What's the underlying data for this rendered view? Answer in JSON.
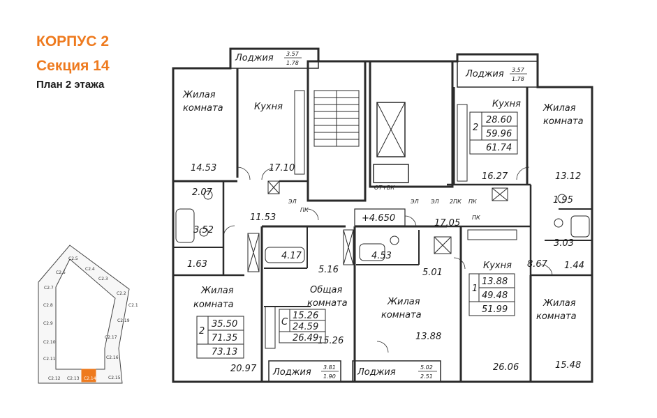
{
  "header": {
    "building": "КОРПУС 2",
    "section": "Секция 14",
    "plan": "План 2 этажа"
  },
  "colors": {
    "accent": "#ee7a1e",
    "wall": "#2a2a2a",
    "highlight_section": "#ee7a1e"
  },
  "elevation": "+4.650",
  "rooms": {
    "living_tl": {
      "l1": "Жилая",
      "l2": "комната",
      "area": "14.53"
    },
    "kitchen_tl": {
      "label": "Кухня",
      "area": "17.10"
    },
    "loggia_tl": {
      "label": "Лоджия",
      "a": "3.57",
      "b": "1.78"
    },
    "loggia_tr": {
      "label": "Лоджия",
      "a": "3.57",
      "b": "1.78"
    },
    "kitchen_tr": {
      "label": "Кухня",
      "area": "16.27"
    },
    "living_tr": {
      "l1": "Жилая",
      "l2": "комната",
      "area": "13.12"
    },
    "apt_tr": {
      "rooms": "2",
      "living": "28.60",
      "total": "59.96",
      "total_with_loggia": "61.74"
    },
    "bath_l1": "2.07",
    "bath_l2": "3.52",
    "hall_l": "11.53",
    "store_l": "1.63",
    "bath_c1": "4.17",
    "hall_c": "5.16",
    "bath_c2": "4.53",
    "hall_c2": "5.01",
    "hall_r": "17.05",
    "bath_r1": "1.95",
    "bath_r2": "3.03",
    "hall_r2": "8.67",
    "store_r": "1.44",
    "living_bl": {
      "l1": "Жилая",
      "l2": "комната",
      "area": "20.97"
    },
    "apt_bl": {
      "rooms": "2",
      "living": "35.50",
      "total": "71.35",
      "total_with_loggia": "73.13"
    },
    "common": {
      "l1": "Общая",
      "l2": "комната",
      "area": "15.26"
    },
    "apt_c": {
      "rooms": "С",
      "living": "15.26",
      "total": "24.59",
      "total_with_loggia": "26.49"
    },
    "living_c": {
      "l1": "Жилая",
      "l2": "комната",
      "area": "13.88"
    },
    "kitchen_br": {
      "label": "Кухня",
      "area": "26.06"
    },
    "apt_br": {
      "rooms": "1",
      "living": "13.88",
      "total": "49.48",
      "total_with_loggia": "51.99"
    },
    "living_br": {
      "l1": "Жилая",
      "l2": "комната",
      "area": "15.48"
    },
    "loggia_bl": {
      "label": "Лоджия",
      "a": "3.81",
      "b": "1.90"
    },
    "loggia_bc": {
      "label": "Лоджия",
      "a": "5.02",
      "b": "2.51"
    }
  },
  "tags": {
    "el1": "ЭЛ",
    "pk1": "ПК",
    "otvk": "ОТ+ВК",
    "el2": "ЭЛ",
    "el3": "ЭЛ",
    "pk2": "2ПК",
    "pk3": "ПК",
    "pk4": "ПК"
  },
  "key_plan": {
    "sections": [
      "С2.5",
      "С2.6",
      "С2.4",
      "С2.3",
      "С2.7",
      "С2.2",
      "С2.1",
      "С2.8",
      "С2.19",
      "С2.9",
      "С2.17",
      "С2.10",
      "С2.11",
      "С2.16",
      "С2.12",
      "С2.13",
      "С2.14",
      "С2.15"
    ],
    "highlighted": "С2.14"
  }
}
